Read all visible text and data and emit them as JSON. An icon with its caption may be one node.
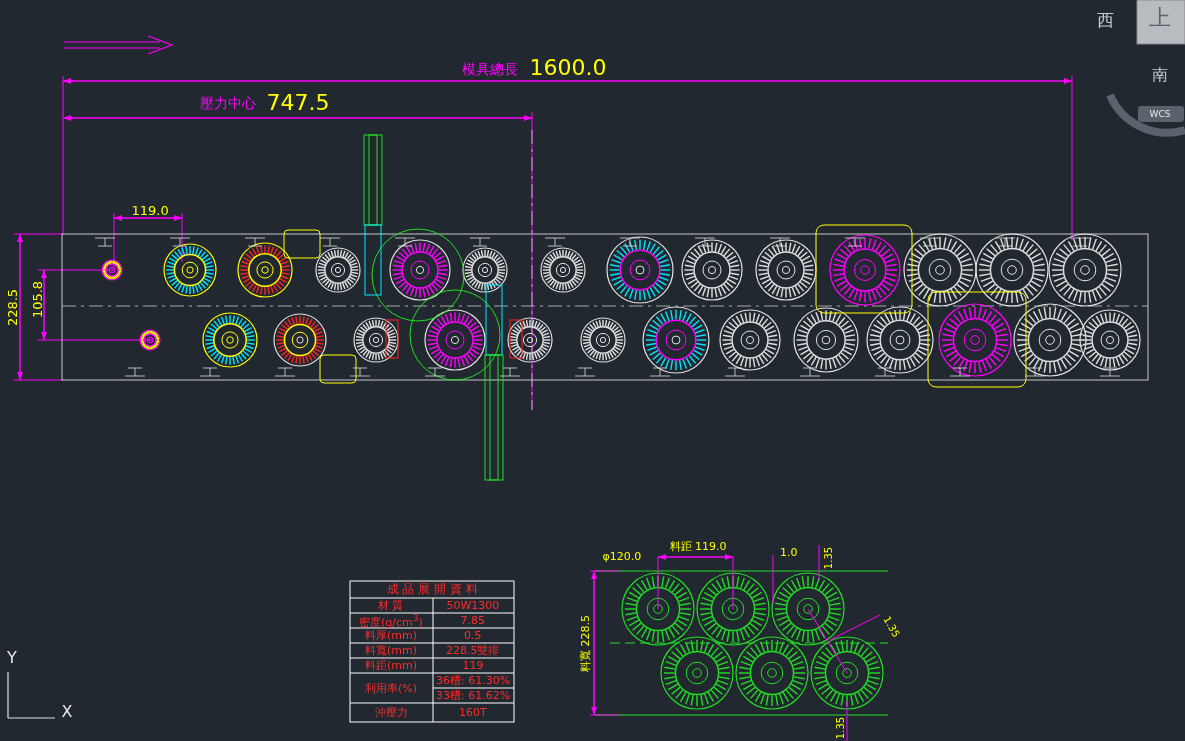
{
  "diagram": {
    "labels": [
      "西",
      "上",
      "模具總長",
      "1600.0",
      "南",
      "壓力中心",
      "747.5",
      "WCS",
      "119.0",
      "228.5",
      "105.8",
      "φ120.0",
      "料距 119.0",
      "1.0",
      "1.35",
      "成 品 展 開 資 料",
      "材 質",
      "50W1300",
      "密度(g/cm$^{3}$)",
      "7.85",
      "料厚(mm)",
      "0.5",
      "料寬(mm)",
      "228.5雙排",
      "料距(mm)",
      "119",
      "利用率(%)",
      "36槽: 61.30%",
      "33槽: 61.62%",
      "沖壓力",
      "160T",
      "1.35",
      "料寬 228.5",
      "Y",
      "X",
      "1.35"
    ]
  }
}
